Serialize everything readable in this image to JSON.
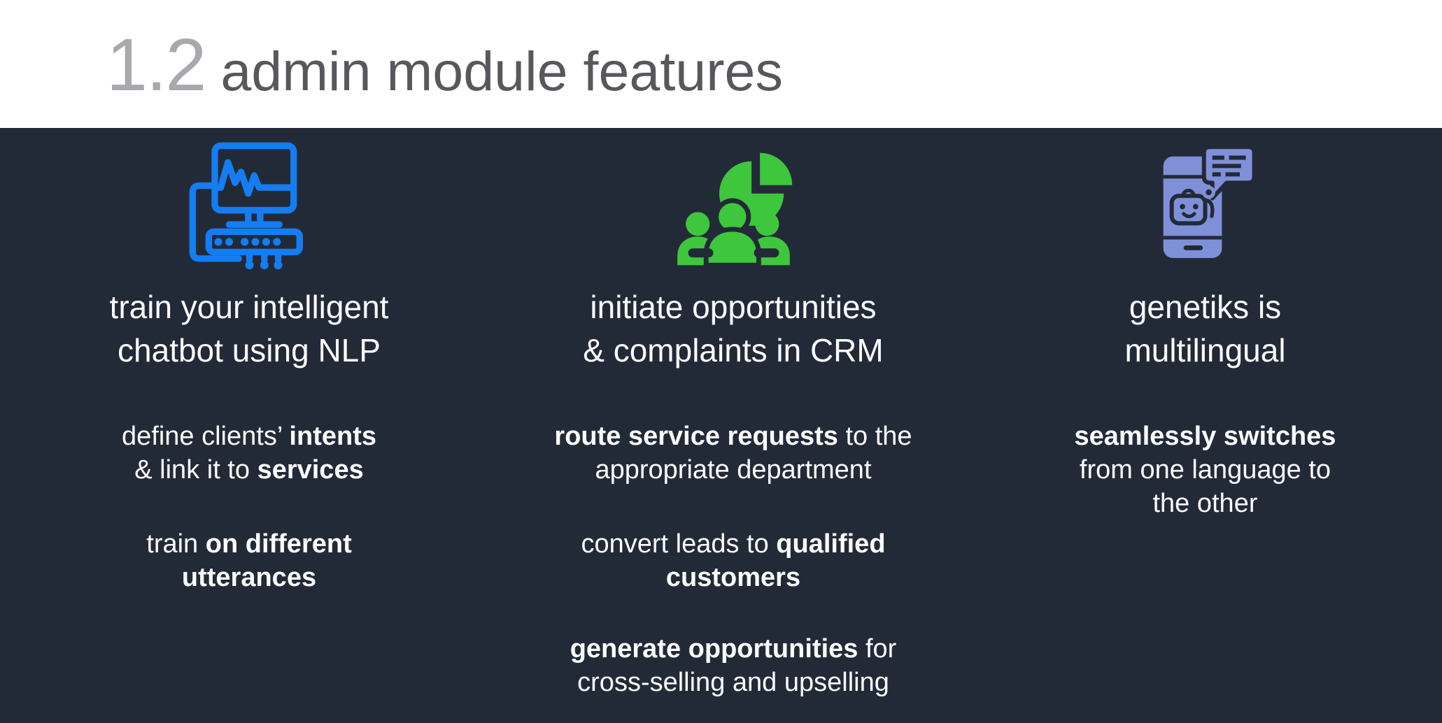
{
  "header": {
    "number": "1.2",
    "title": "admin module features"
  },
  "colors": {
    "background": "#232A37",
    "header_bg": "#FFFFFF",
    "number_gray": "#A8A8AD",
    "title_gray": "#58585C",
    "icon_blue": "#147DF2",
    "icon_green": "#3EC63C",
    "icon_periwinkle": "#8090D8",
    "text": "#FBFCFD"
  },
  "columns": [
    {
      "icon": "nlp-training-machine-icon",
      "heading": "train your intelligent\nchatbot using NLP",
      "paragraphs": [
        [
          {
            "t": "define clients’ ",
            "b": false
          },
          {
            "t": "intents",
            "b": true
          },
          {
            "t": "\n& link it to ",
            "b": false
          },
          {
            "t": "services",
            "b": true
          }
        ],
        [
          {
            "t": "train ",
            "b": false
          },
          {
            "t": "on different\nutterances",
            "b": true
          }
        ]
      ]
    },
    {
      "icon": "crm-people-pie-icon",
      "heading": "initiate opportunities\n& complaints in CRM",
      "paragraphs": [
        [
          {
            "t": "route service requests",
            "b": true
          },
          {
            "t": " to the\nappropriate department",
            "b": false
          }
        ],
        [
          {
            "t": "convert leads to ",
            "b": false
          },
          {
            "t": "qualified\ncustomers",
            "b": true
          }
        ],
        [
          {
            "t": "generate opportunities",
            "b": true
          },
          {
            "t": " for\ncross-selling and upselling",
            "b": false
          }
        ]
      ]
    },
    {
      "icon": "multilingual-chatbot-phone-icon",
      "heading": "genetiks is\nmultilingual",
      "paragraphs": [
        [
          {
            "t": "seamlessly switches",
            "b": true
          },
          {
            "t": "\nfrom one language to\nthe other",
            "b": false
          }
        ]
      ]
    }
  ]
}
